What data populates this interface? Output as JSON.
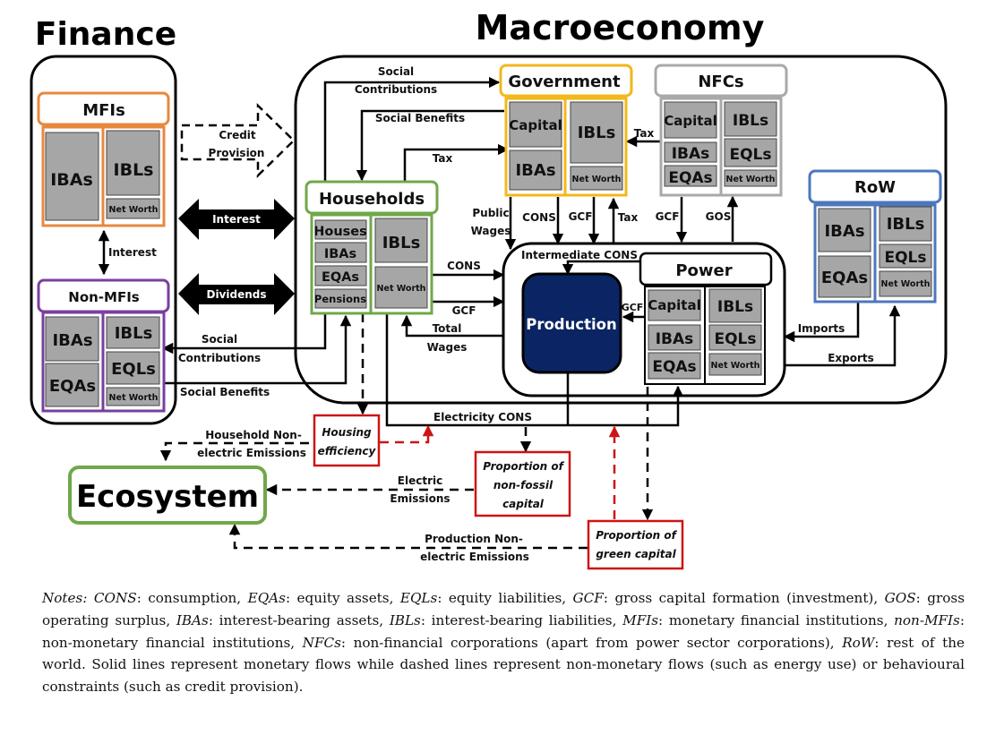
{
  "titles": {
    "finance": "Finance",
    "macroeconomy": "Macroeconomy",
    "ecosystem": "Ecosystem"
  },
  "colors": {
    "mfi_border": "#e8883d",
    "nonmfi_border": "#7a3e9f",
    "gov_border": "#f2b81c",
    "nfc_border": "#a9a9a9",
    "row_border": "#4d77bd",
    "hh_border": "#70a84a",
    "cell_fill": "#a6a6a6",
    "production_fill": "#0b2463",
    "constraint_red": "#cc1414"
  },
  "sectors": {
    "mfis": {
      "title": "MFIs",
      "assets": [
        "IBAs"
      ],
      "liabilities": [
        "IBLs",
        "Net Worth"
      ]
    },
    "non_mfis": {
      "title": "Non-MFIs",
      "assets": [
        "IBAs",
        "EQAs"
      ],
      "liabilities": [
        "IBLs",
        "EQLs",
        "Net Worth"
      ]
    },
    "government": {
      "title": "Government",
      "assets": [
        "Capital",
        "IBAs"
      ],
      "liabilities": [
        "IBLs",
        "Net Worth"
      ]
    },
    "nfcs": {
      "title": "NFCs",
      "assets": [
        "Capital",
        "IBAs",
        "EQAs"
      ],
      "liabilities": [
        "IBLs",
        "EQLs",
        "Net Worth"
      ]
    },
    "households": {
      "title": "Households",
      "assets": [
        "Houses",
        "IBAs",
        "EQAs",
        "Pensions"
      ],
      "liabilities": [
        "IBLs",
        "Net Worth"
      ]
    },
    "row": {
      "title": "RoW",
      "assets": [
        "IBAs",
        "EQAs"
      ],
      "liabilities": [
        "IBLs",
        "EQLs",
        "Net Worth"
      ]
    },
    "power": {
      "title": "Power",
      "assets": [
        "Capital",
        "IBAs",
        "EQAs"
      ],
      "liabilities": [
        "IBLs",
        "EQLs",
        "Net Worth"
      ]
    },
    "production": {
      "title": "Production"
    }
  },
  "constraints": {
    "housing": [
      "Housing",
      "efficiency"
    ],
    "nonfossil": [
      "Proportion of",
      "non-fossil",
      "capital"
    ],
    "green": [
      "Proportion of",
      "green capital"
    ]
  },
  "flows": {
    "credit_provision": [
      "Credit",
      "Provision"
    ],
    "interest_big": "Interest",
    "dividends": "Dividends",
    "interest_small": "Interest",
    "social_contrib_top": [
      "Social",
      "Contributions"
    ],
    "social_benefits_top": "Social Benefits",
    "tax_hh": "Tax",
    "tax_nfc": "Tax",
    "public_wages": [
      "Public",
      "Wages"
    ],
    "gov_cons": "CONS",
    "gov_gcf": "GCF",
    "prod_tax": "Tax",
    "nfc_gcf": "GCF",
    "nfc_gos": "GOS",
    "intermediate_cons": "Intermediate CONS",
    "hh_cons": "CONS",
    "hh_gcf": "GCF",
    "total_wages": [
      "Total",
      "Wages"
    ],
    "power_gcf": "GCF",
    "imports": "Imports",
    "exports": "Exports",
    "social_contrib_fin": [
      "Social",
      "Contributions"
    ],
    "social_benefits_fin": "Social Benefits",
    "electricity_cons": "Electricity CONS",
    "hh_emissions": [
      "Household Non-",
      "electric Emissions"
    ],
    "electric_emissions": [
      "Electric",
      "Emissions"
    ],
    "prod_emissions": [
      "Production Non-",
      "electric Emissions"
    ]
  },
  "notes": [
    {
      "t": "Notes:",
      "i": true
    },
    {
      "t": "  "
    },
    {
      "t": "CONS",
      "i": true
    },
    {
      "t": ": consumption, "
    },
    {
      "t": "EQAs",
      "i": true
    },
    {
      "t": ": equity assets, "
    },
    {
      "t": "EQLs",
      "i": true
    },
    {
      "t": ": equity liabilities, "
    },
    {
      "t": "GCF",
      "i": true
    },
    {
      "t": ": gross capital formation (investment), "
    },
    {
      "t": "GOS",
      "i": true
    },
    {
      "t": ": gross operating surplus, "
    },
    {
      "t": "IBAs",
      "i": true
    },
    {
      "t": ": interest-bearing assets, "
    },
    {
      "t": "IBLs",
      "i": true
    },
    {
      "t": ": interest-bearing liabilities, "
    },
    {
      "t": "MFIs",
      "i": true
    },
    {
      "t": ": monetary financial institutions, "
    },
    {
      "t": "non-MFIs",
      "i": true
    },
    {
      "t": ": non-monetary financial institutions, "
    },
    {
      "t": "NFCs",
      "i": true
    },
    {
      "t": ": non-financial corporations (apart from power sector corporations), "
    },
    {
      "t": "RoW",
      "i": true
    },
    {
      "t": ": rest of the world.  Solid lines represent monetary flows while dashed lines represent non-monetary flows (such as energy use) or behavioural constraints (such as credit provision)."
    }
  ]
}
